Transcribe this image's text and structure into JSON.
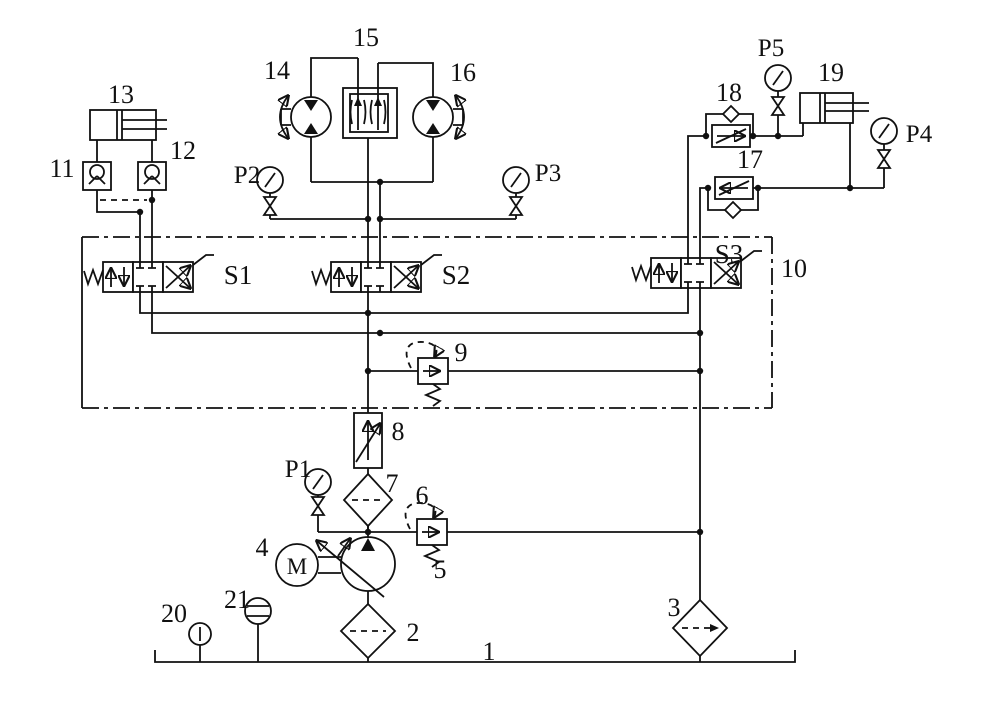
{
  "diagram": {
    "type": "hydraulic-circuit-schematic",
    "colors": {
      "line": "#111111",
      "background": "#ffffff"
    },
    "labels": {
      "c1": "1",
      "c2": "2",
      "c3": "3",
      "c4": "4",
      "c5": "5",
      "c6": "6",
      "c7": "7",
      "c8": "8",
      "c9": "9",
      "c10": "10",
      "c11": "11",
      "c12": "12",
      "c13": "13",
      "c14": "14",
      "c15": "15",
      "c16": "16",
      "c17": "17",
      "c18": "18",
      "c19": "19",
      "c20": "20",
      "c21": "21",
      "p1": "P1",
      "p2": "P2",
      "p3": "P3",
      "p4": "P4",
      "p5": "P5",
      "s1": "S1",
      "s2": "S2",
      "s3": "S3",
      "motor": "M"
    }
  }
}
